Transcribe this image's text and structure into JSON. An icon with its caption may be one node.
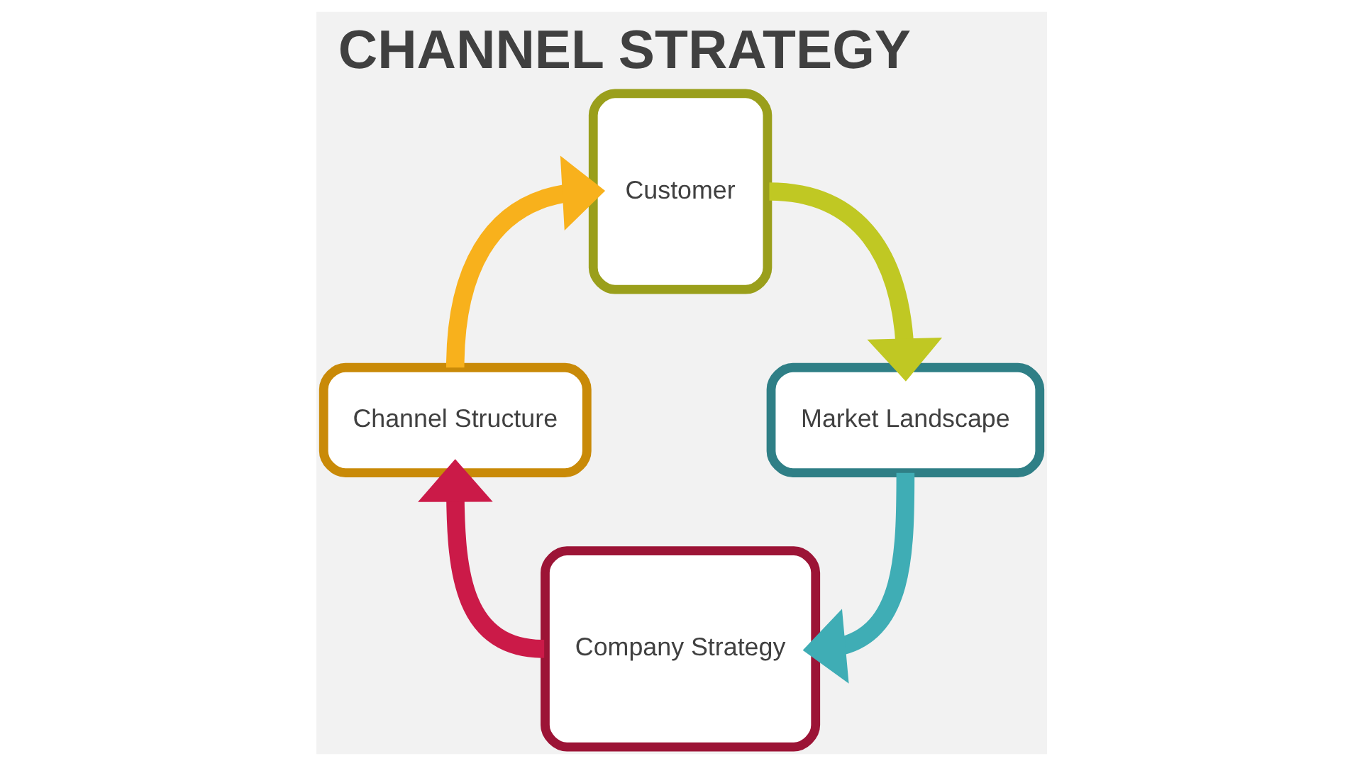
{
  "diagram": {
    "title": "CHANNEL STRATEGY",
    "nodes": [
      {
        "text": [
          "Customer"
        ]
      },
      {
        "text": [
          "Channel Structure"
        ]
      },
      {
        "text": [
          "Market Landscape"
        ]
      },
      {
        "text": [
          "Company Strategy"
        ]
      }
    ],
    "edges": [
      {
        "from": 0,
        "to": 2,
        "arrow": "to",
        "color": "#c0c823"
      },
      {
        "from": 2,
        "to": 3,
        "arrow": "to",
        "color": "#3fadb5"
      },
      {
        "from": 3,
        "to": 1,
        "arrow": "to",
        "color": "#cb1a48"
      },
      {
        "from": 1,
        "to": 0,
        "arrow": "to",
        "color": "#f8b11c"
      }
    ]
  }
}
